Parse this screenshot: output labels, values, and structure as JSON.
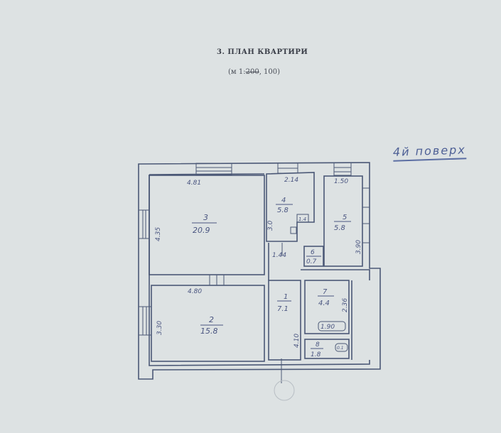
{
  "header": {
    "title": "3. ПЛАН КВАРТИРИ",
    "scale_prefix": "(м 1:",
    "scale_struck": "200",
    "scale_suffix": ", 100)"
  },
  "floor_note": "4й поверх",
  "rooms": [
    {
      "number": "1",
      "area": "7.1"
    },
    {
      "number": "2",
      "area": "15.8"
    },
    {
      "number": "3",
      "area": "20.9"
    },
    {
      "number": "4",
      "area": "5.8"
    },
    {
      "number": "5",
      "area": "5.8"
    },
    {
      "number": "6",
      "area": "0.7"
    },
    {
      "number": "7",
      "area": "4.4"
    },
    {
      "number": "8",
      "area": "1.8"
    }
  ],
  "dimensions": {
    "room3_width": "4.81",
    "room3_height": "4.35",
    "room2_width": "4.80",
    "room2_height": "3.30",
    "room4_width": "2.14",
    "room4_height": "3.0",
    "room5_width": "1.50",
    "room5_height": "3.90",
    "corridor_width": "1.44",
    "corridor_height": "4.10",
    "room7_height": "2.36",
    "room7_note": "1.90",
    "fixture_bath": "1.4",
    "fixture_toilet": "0.1"
  }
}
